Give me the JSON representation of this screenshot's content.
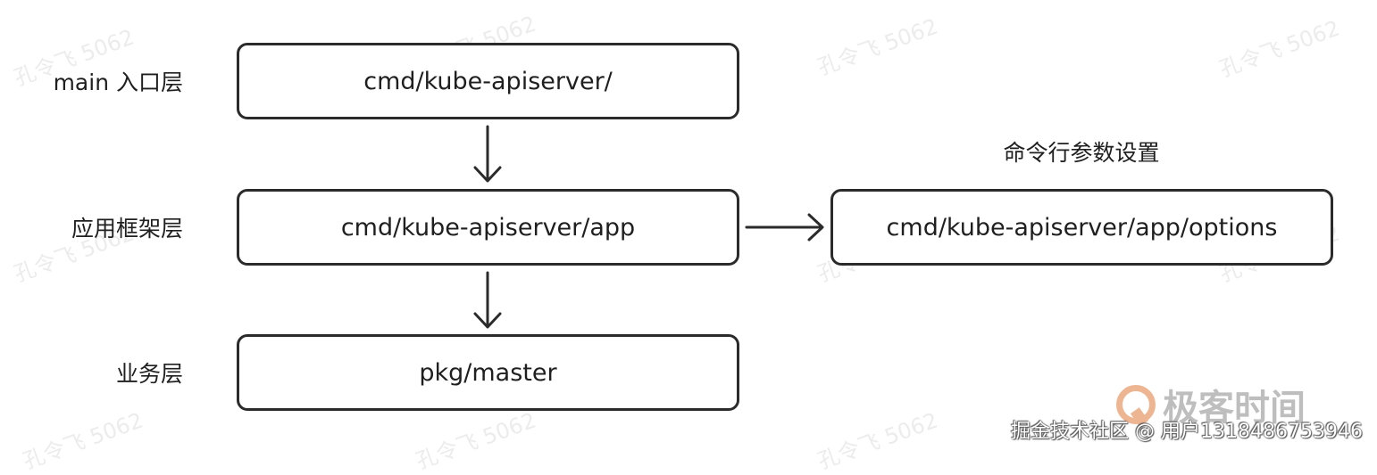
{
  "layers": {
    "main": {
      "label": "main 入口层",
      "box": "cmd/kube-apiserver/"
    },
    "app": {
      "label": "应用框架层",
      "box": "cmd/kube-apiserver/app"
    },
    "business": {
      "label": "业务层",
      "box": "pkg/master"
    }
  },
  "options": {
    "title": "命令行参数设置",
    "box": "cmd/kube-apiserver/app/options"
  },
  "watermark": {
    "text": "孔令飞 5062",
    "brand": "极客时间",
    "credit": "掘金技术社区 @ 用户1318486753946"
  },
  "colors": {
    "stroke": "#2b2b2b",
    "brand_accent": "#e07a38"
  }
}
